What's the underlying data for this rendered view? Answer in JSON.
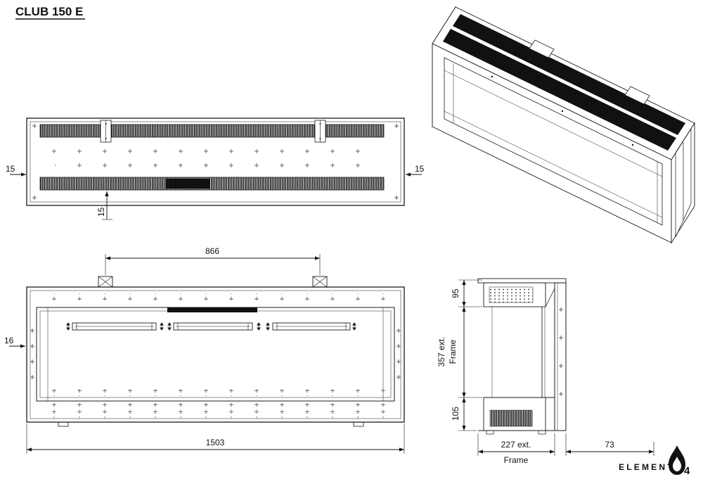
{
  "title": "CLUB 150 E",
  "views": {
    "top": {
      "dim_left": "15",
      "dim_right": "15",
      "dim_bottom": "15"
    },
    "front": {
      "dim_width_tabs": "866",
      "dim_left": "16",
      "dim_total_width": "1503"
    },
    "side": {
      "dim_top": "95",
      "dim_mid_value": "357 ext.",
      "dim_mid_label": "Frame",
      "dim_bottom": "105",
      "dim_depth": "227 ext.",
      "dim_depth_label": "Frame",
      "dim_back": "73"
    }
  },
  "logo": {
    "brand": "ELEMENT",
    "number": "4"
  },
  "colors": {
    "line": "#1a1a1a",
    "fill_dark": "#111111",
    "background": "#ffffff"
  }
}
